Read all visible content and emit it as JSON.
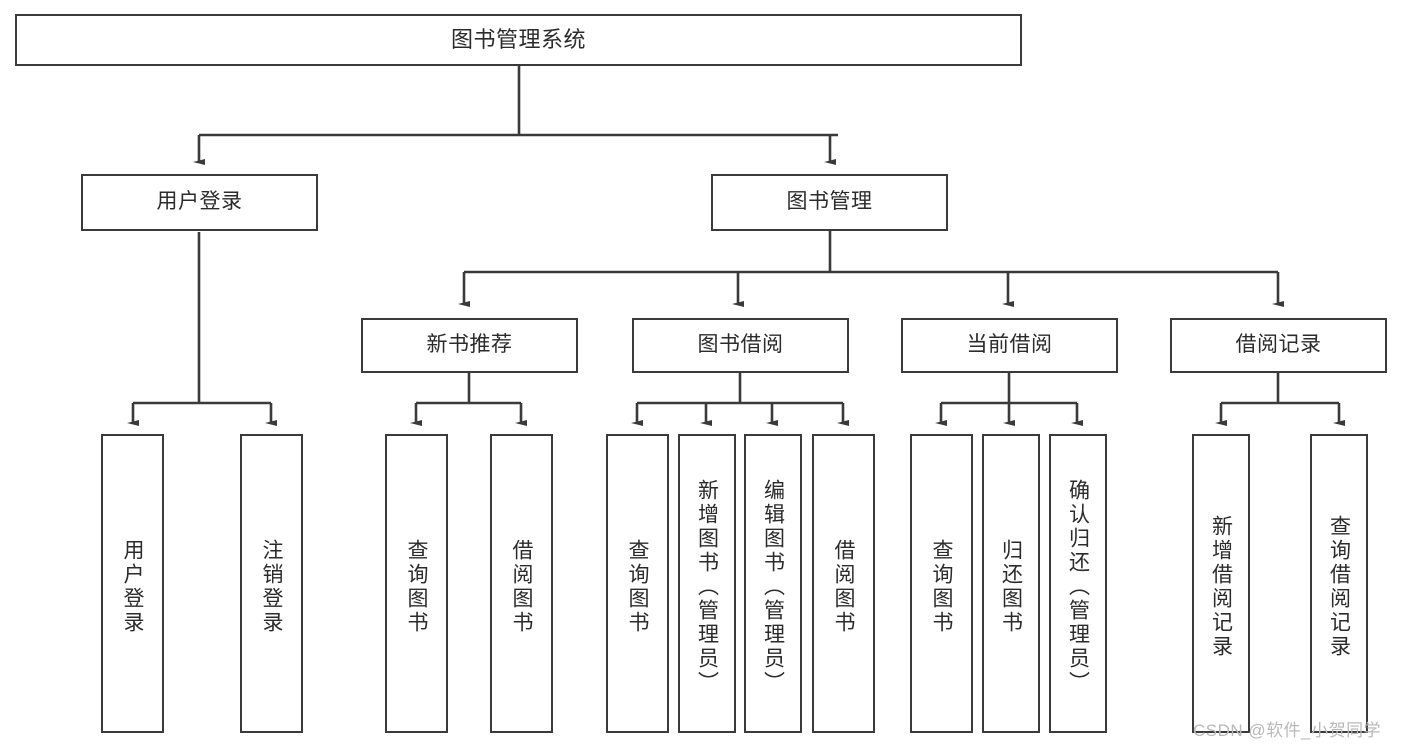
{
  "diagram": {
    "title": "图书管理系统",
    "type": "hierarchy-tree",
    "root": {
      "label": "图书管理系统"
    },
    "level1": [
      {
        "label": "用户登录"
      },
      {
        "label": "图书管理"
      }
    ],
    "level2": [
      {
        "label": "新书推荐"
      },
      {
        "label": "图书借阅"
      },
      {
        "label": "当前借阅"
      },
      {
        "label": "借阅记录"
      }
    ],
    "leaves": {
      "user_login": [
        {
          "label": "用户登录"
        },
        {
          "label": "注销登录"
        }
      ],
      "new_book_recommend": [
        {
          "label": "查询图书"
        },
        {
          "label": "借阅图书"
        }
      ],
      "book_borrow": [
        {
          "label": "查询图书"
        },
        {
          "label": "新增图书（管理员）"
        },
        {
          "label": "编辑图书（管理员）"
        },
        {
          "label": "借阅图书"
        }
      ],
      "current_borrow": [
        {
          "label": "查询图书"
        },
        {
          "label": "归还图书"
        },
        {
          "label": "确认归还（管理员）"
        }
      ],
      "borrow_record": [
        {
          "label": "新增借阅记录"
        },
        {
          "label": "查询借阅记录"
        }
      ]
    }
  },
  "watermark": {
    "text": "CSDN @软件_小贺同学"
  },
  "colors": {
    "stroke": "#3a3a3a",
    "text": "#2b2b2b",
    "background": "#ffffff",
    "watermark": "#b9b9b9"
  }
}
